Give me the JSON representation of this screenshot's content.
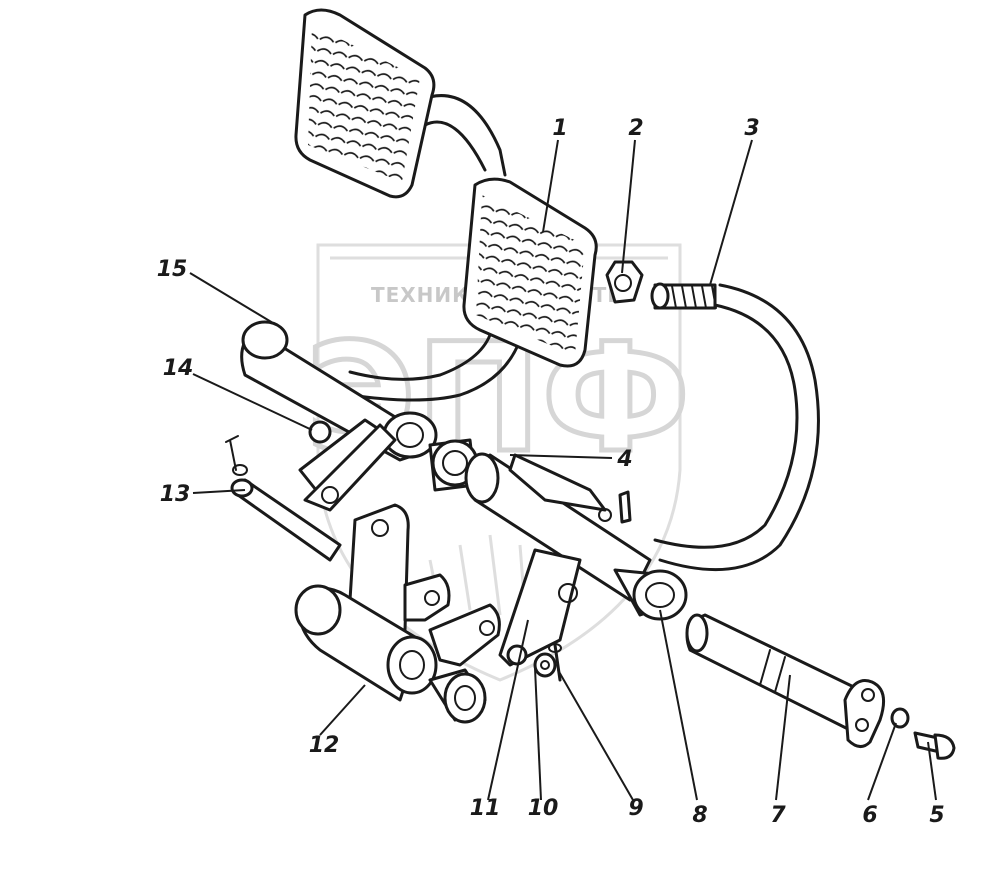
{
  "watermark": {
    "caption": "ТЕХНИКА ЗАПЧАСТИ",
    "letters": "ЭПФ"
  },
  "callouts": [
    "1",
    "2",
    "3",
    "4",
    "5",
    "6",
    "7",
    "8",
    "9",
    "10",
    "11",
    "12",
    "13",
    "14",
    "15"
  ],
  "colors": {
    "ink": "#1a1a1a",
    "paper": "#ffffff",
    "watermark": "#d0d0d0"
  }
}
